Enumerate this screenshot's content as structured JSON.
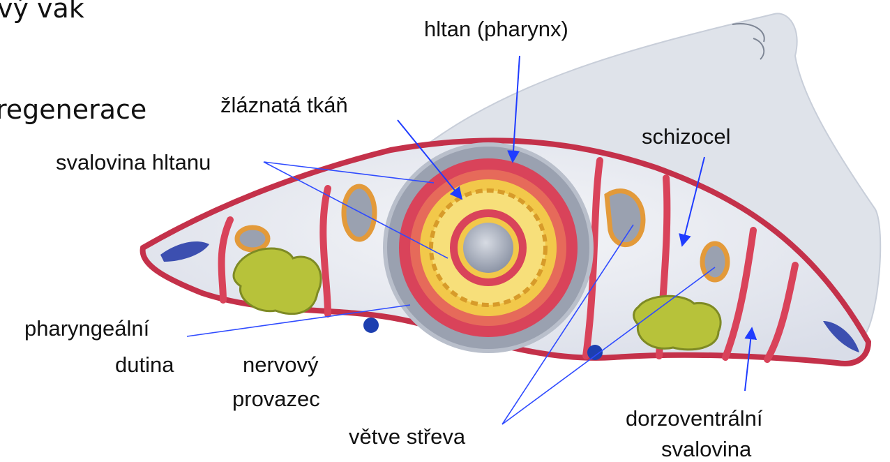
{
  "slide": {
    "text_fragments": {
      "top_left": "vý vak",
      "middle_left": "regenerace"
    },
    "labels": {
      "hltan": "hltan (pharynx)",
      "zlaznata_tkan": "žláznatá tkáň",
      "svalovina_hltanu": "svalovina hltanu",
      "schizocel": "schizocel",
      "pharyngealni_line1": "pharyngeální",
      "pharyngealni_line2": "dutina",
      "nervovy_line1": "nervový",
      "nervovy_line2": "provazec",
      "vetve_streva": "větve střeva",
      "dorzoventralni_line1": "dorzoventrální",
      "dorzoventralni_line2": "svalovina"
    },
    "colors": {
      "body_outline": "#c4314a",
      "body_fill": "#eef0f5",
      "muscle_red": "#d9435a",
      "gland_yellow": "#f2c84a",
      "gut_branch": "#e39a3a",
      "ovary_green": "#b7c23a",
      "nerve_blue": "#1d3fb0",
      "arrow_blue": "#1f3cff",
      "pointer_line": "#2f4bff"
    }
  }
}
